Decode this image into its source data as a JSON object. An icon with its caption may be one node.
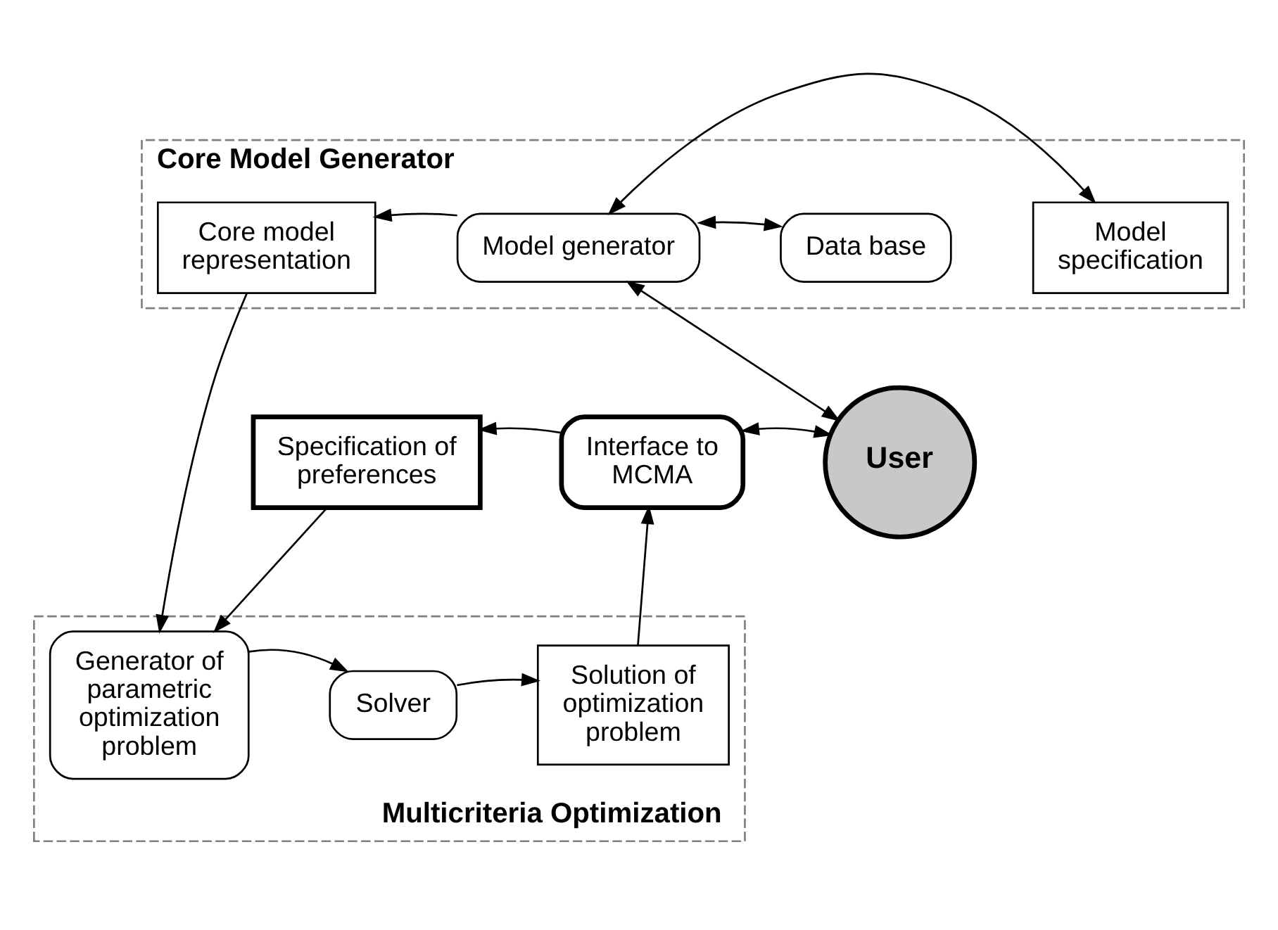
{
  "diagram": {
    "nodes": [
      {
        "text": [
          "Core Model Generator"
        ]
      },
      {
        "text": [
          "Core model representation"
        ],
        "in": 0
      },
      {
        "text": [
          "Model generator"
        ],
        "in": 0
      },
      {
        "text": [
          "Data base"
        ],
        "in": 0
      },
      {
        "text": [
          "Model specification"
        ],
        "in": 0
      },
      {
        "text": [
          "Specification of preferences"
        ]
      },
      {
        "text": [
          "Interface to MCMA"
        ]
      },
      {
        "text": [
          "User"
        ]
      },
      {
        "text": [
          "Multicriteria Optimization"
        ]
      },
      {
        "text": [
          "Generator of parametric optimization problem"
        ],
        "in": 8
      },
      {
        "text": [
          "Solver"
        ],
        "in": 8
      },
      {
        "text": [
          "Solution of optimization problem"
        ],
        "in": 8
      }
    ],
    "edges": [
      {
        "from": 2,
        "to": 1,
        "arrow": "to"
      },
      {
        "from": 2,
        "to": 3,
        "arrow": "both"
      },
      {
        "from": 2,
        "to": 4,
        "arrow": "both"
      },
      {
        "from": 2,
        "to": 7,
        "arrow": "both"
      },
      {
        "from": 6,
        "to": 5,
        "arrow": "to"
      },
      {
        "from": 6,
        "to": 7,
        "arrow": "both"
      },
      {
        "from": 1,
        "to": 9,
        "arrow": "to"
      },
      {
        "from": 5,
        "to": 9,
        "arrow": "to"
      },
      {
        "from": 9,
        "to": 10,
        "arrow": "to"
      },
      {
        "from": 10,
        "to": 11,
        "arrow": "to"
      },
      {
        "from": 11,
        "to": 6,
        "arrow": "to"
      }
    ]
  }
}
